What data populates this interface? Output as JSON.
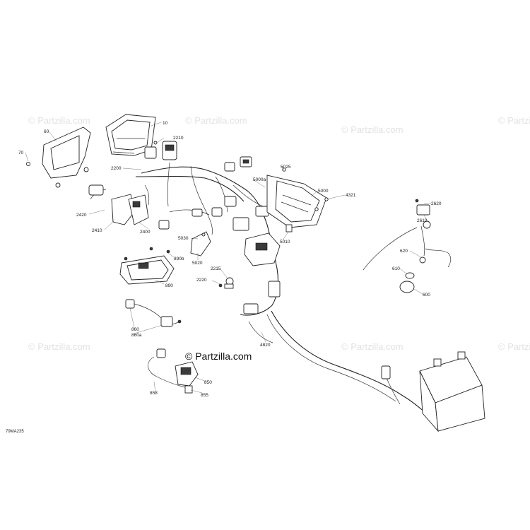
{
  "watermark_text": "© Partzilla.com",
  "copyright_text": "© Partzilla.com",
  "figure_code": "79MA235",
  "callouts": {
    "c10": "10",
    "c60": "60",
    "c70": "70",
    "c2210": "2210",
    "c2200": "2200",
    "c2420": "2420",
    "c2410": "2410",
    "c2400": "2400",
    "c5025": "5025",
    "c5000a": "5000a",
    "c5000": "5000",
    "c4321": "4321",
    "c5030": "5030",
    "c5020": "5020",
    "c5010": "5010",
    "c890b": "890b",
    "c890": "890",
    "c2215": "2215",
    "c2220": "2220",
    "c2620": "2620",
    "c2610": "2610",
    "c620": "620",
    "c610": "610",
    "c600": "600",
    "c860": "860",
    "c860a": "860a",
    "c4820": "4820",
    "c850": "850",
    "c858": "858",
    "c855": "855"
  }
}
